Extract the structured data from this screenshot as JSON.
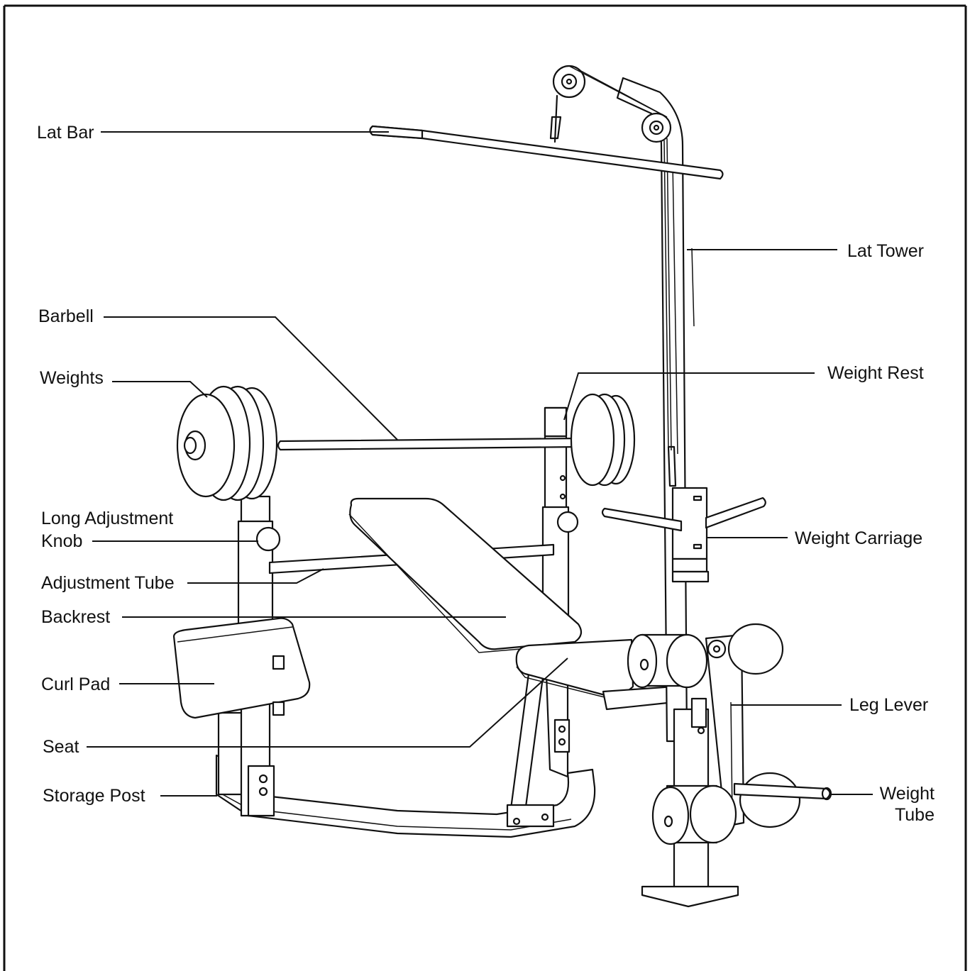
{
  "diagram": {
    "labels": {
      "lat_bar": "Lat Bar",
      "lat_tower": "Lat Tower",
      "barbell": "Barbell",
      "weights": "Weights",
      "weight_rest": "Weight Rest",
      "long_adjustment_knob_line1": "Long Adjustment",
      "long_adjustment_knob_line2": "Knob",
      "weight_carriage": "Weight Carriage",
      "adjustment_tube": "Adjustment Tube",
      "backrest": "Backrest",
      "curl_pad": "Curl Pad",
      "leg_lever": "Leg Lever",
      "seat": "Seat",
      "storage_post": "Storage Post",
      "weight_tube_line1": "Weight",
      "weight_tube_line2": "Tube"
    }
  }
}
